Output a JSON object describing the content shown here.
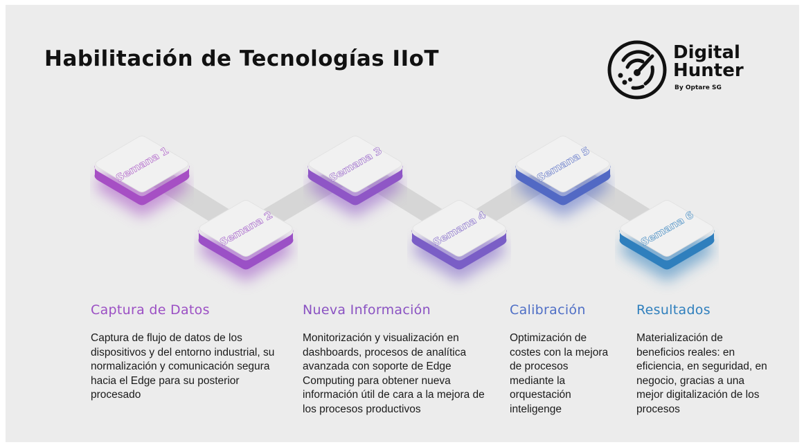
{
  "title": "Habilitación de Tecnologías IIoT",
  "logo": {
    "line1": "Digital",
    "line2": "Hunter",
    "subtitle": "By Optare SG",
    "icon": "radar-icon"
  },
  "colors": {
    "purple": "#9b4fc4",
    "violet": "#7a5bc2",
    "blue": "#4f6fc6",
    "teal_blue": "#2f7fbd",
    "connector": "#d6d6d6",
    "tile_top": "#f1f1f1"
  },
  "weeks": [
    {
      "label": "Semana 1",
      "color": "#a64fc4"
    },
    {
      "label": "Semana 2",
      "color": "#9b50c6"
    },
    {
      "label": "Semana 3",
      "color": "#8f56c6"
    },
    {
      "label": "Semana 4",
      "color": "#7a5ec6"
    },
    {
      "label": "Semana 5",
      "color": "#5269c4"
    },
    {
      "label": "Semana 6",
      "color": "#2f7fbd"
    }
  ],
  "phases": [
    {
      "heading": "Captura de Datos",
      "color": "#9b4fc4",
      "text": "Captura de flujo de datos de los dispositivos y del entorno industrial, su normalización y comunicación segura hacia el Edge para su posterior procesado"
    },
    {
      "heading": "Nueva Información",
      "color": "#8a52c2",
      "text": "Monitorización y visualización en dashboards, procesos de analítica avanzada con soporte de Edge Computing para obtener nueva información útil de cara a la mejora de los procesos productivos"
    },
    {
      "heading": "Calibración",
      "color": "#4f6fc6",
      "text": "Optimización de costes con la mejora de procesos mediante la orquestación inteligenge"
    },
    {
      "heading": "Resultados",
      "color": "#2f7fbd",
      "text": "Materialización de beneficios reales: en eficiencia, en seguridad, en negocio, gracias a una mejor digitalización de los procesos"
    }
  ]
}
